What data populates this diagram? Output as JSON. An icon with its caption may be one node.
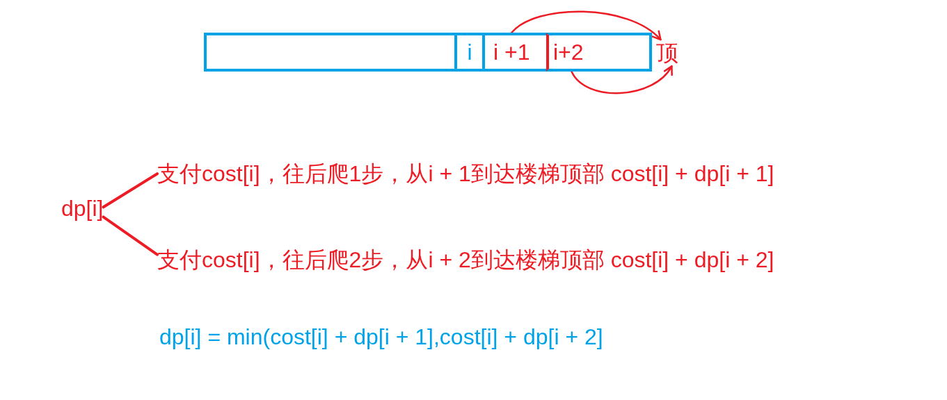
{
  "diagram": {
    "nodes": [
      {
        "text": [],
        "shape": "box"
      },
      {
        "text": [
          "i"
        ]
      },
      {
        "text": [
          "i +1"
        ]
      },
      {
        "text": [
          "i+2"
        ]
      },
      {
        "text": [
          "顶"
        ]
      },
      {
        "text": [
          "dp[i]"
        ]
      },
      {
        "text": [
          "支付cost[i]，往后爬1步，从i + 1到达楼梯顶部 cost[i] + dp[i + 1]"
        ]
      },
      {
        "text": [
          "支付cost[i]，往后爬2步，从i + 2到达楼梯顶部 cost[i] + dp[i + 2]"
        ]
      }
    ],
    "edges": [
      {
        "from": 2,
        "to": 4,
        "arrow": "to"
      },
      {
        "from": 3,
        "to": 4,
        "arrow": "to"
      },
      {
        "from": 5,
        "to": 6,
        "arrow": "none"
      },
      {
        "from": 5,
        "to": 7,
        "arrow": "none"
      }
    ],
    "labels": [
      "dp[i] = min(cost[i] + dp[i + 1],cost[i] + dp[i + 2]"
    ]
  }
}
